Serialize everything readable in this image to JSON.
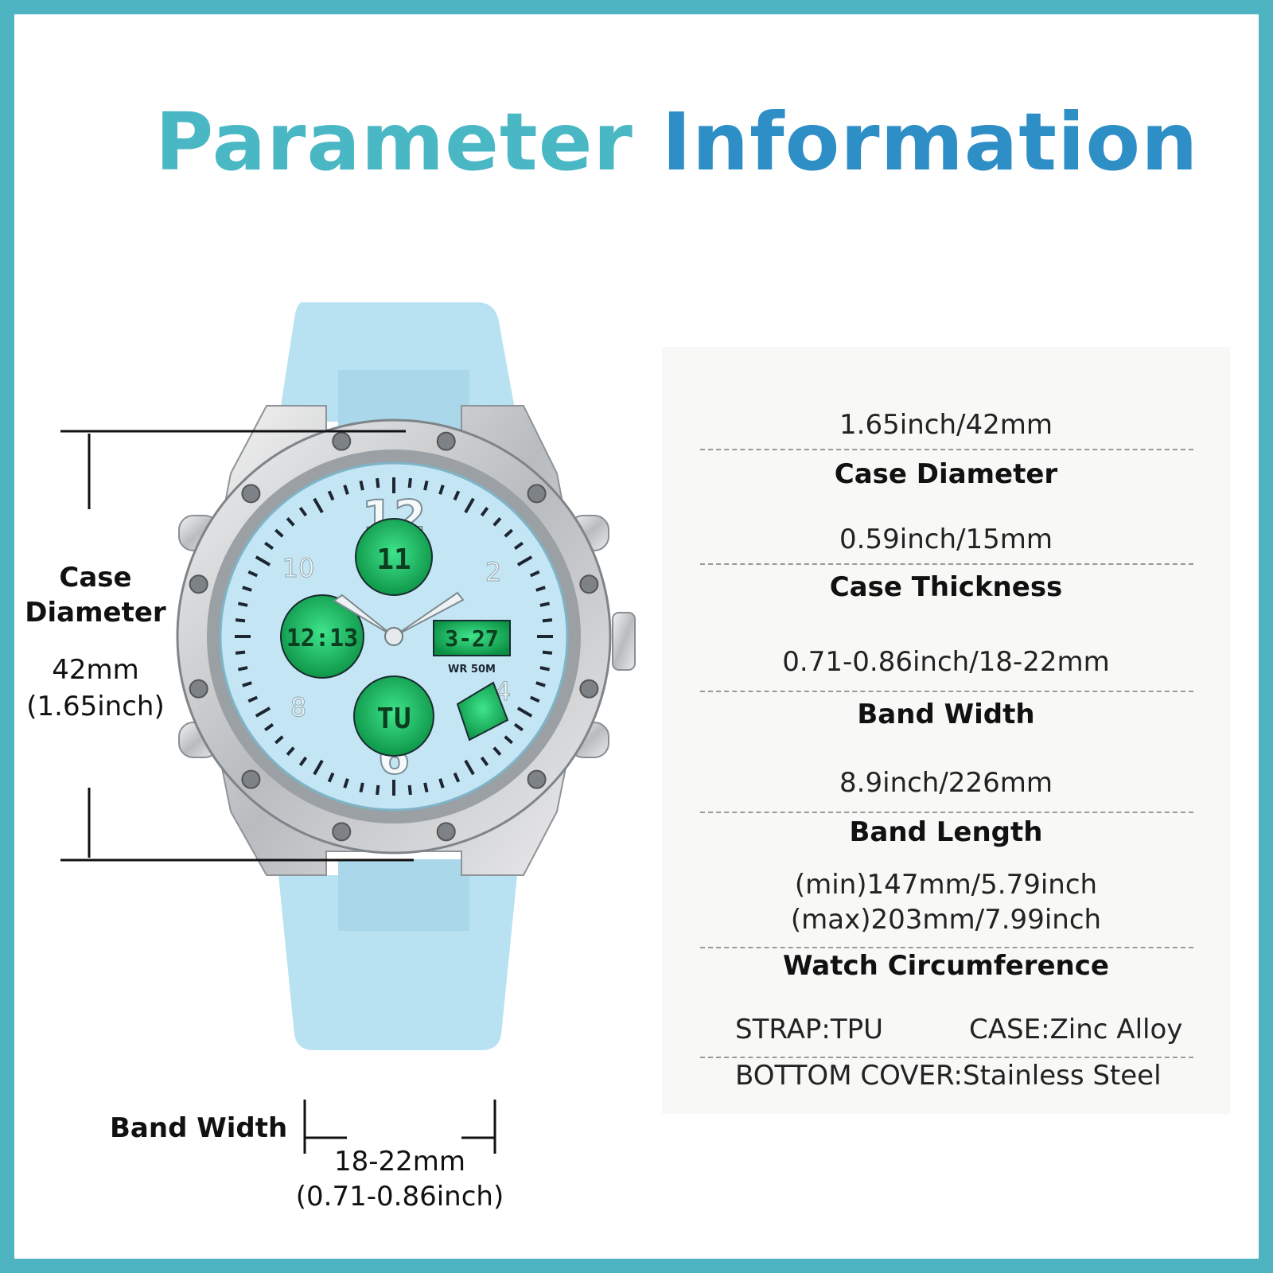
{
  "header": {
    "title_part1": "Parameter",
    "title_part2": "Information"
  },
  "colors": {
    "border": "#4fb4c2",
    "title1": "#4ab8c4",
    "title2": "#2e8ec6",
    "strap": "#b8e2f2",
    "dial": "#c4e6f4",
    "lcd": "#1fc76a"
  },
  "watch_dial": {
    "numerals": [
      "12",
      "10",
      "2",
      "8",
      "4",
      "6"
    ],
    "lcd_top": "11",
    "lcd_left": "12:13",
    "lcd_right": "3-27",
    "lcd_bottom": "TU",
    "wr_label": "WR 50M"
  },
  "left_annotations": {
    "case_label_line1": "Case",
    "case_label_line2": "Diameter",
    "case_value_mm": "42mm",
    "case_value_inch": "(1.65inch)",
    "band_label": "Band Width",
    "band_value_mm": "18-22mm",
    "band_value_inch": "(0.71-0.86inch)"
  },
  "specs": [
    {
      "value": "1.65inch/42mm",
      "label": "Case Diameter"
    },
    {
      "value": "0.59inch/15mm",
      "label": "Case Thickness"
    },
    {
      "value": "0.71-0.86inch/18-22mm",
      "label": "Band Width"
    },
    {
      "value": "8.9inch/226mm",
      "label": "Band Length"
    },
    {
      "value": "(min)147mm/5.79inch",
      "value2": "(max)203mm/7.99inch",
      "label": "Watch Circumference"
    }
  ],
  "materials": {
    "strap": "STRAP:TPU",
    "case": "CASE:Zinc Alloy",
    "bottom": "BOTTOM COVER:Stainless Steel"
  }
}
